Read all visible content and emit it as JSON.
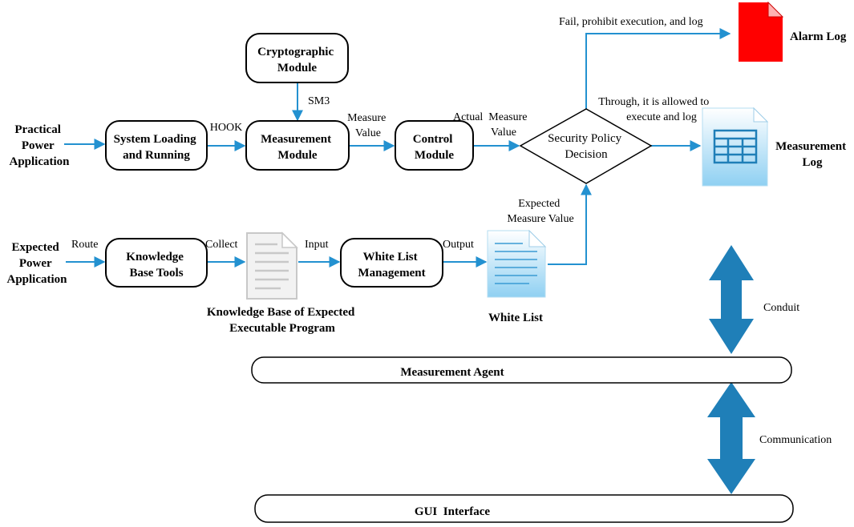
{
  "colors": {
    "arrow": "#2391d0",
    "double_arrow": "#1f7fb8",
    "alarm_log": "#ff0000",
    "document_blue": "#8fd0f2",
    "document_gray": "#c8c8c8"
  },
  "inputs": {
    "practical": [
      "Practical",
      "Power",
      "Application"
    ],
    "expected": [
      "Expected",
      "Power",
      "Application"
    ]
  },
  "nodes": {
    "crypto": [
      "Cryptographic",
      "Module"
    ],
    "system_loading": [
      "System Loading",
      "and Running"
    ],
    "measurement_module": [
      "Measurement",
      "Module"
    ],
    "control_module": [
      "Control",
      "Module"
    ],
    "decision": [
      "Security Policy",
      "Decision"
    ],
    "knowledge_tools": [
      "Knowledge",
      "Base Tools"
    ],
    "white_list_mgmt": [
      "White List",
      "Management"
    ]
  },
  "edge_labels": {
    "hook": "HOOK",
    "sm3": "SM3",
    "measure_value": [
      "Measure",
      "Value"
    ],
    "actual_measure_value": [
      "Actual  Measure",
      "Value"
    ],
    "fail": "Fail, prohibit execution, and log",
    "through": [
      "Through, it is allowed to",
      "execute and log"
    ],
    "expected_measure_value": [
      "Expected",
      "Measure Value"
    ],
    "route": "Route",
    "collect": "Collect",
    "input": "Input",
    "output": "Output",
    "conduit": "Conduit",
    "communication": "Communication"
  },
  "documents": {
    "alarm_log": "Alarm Log",
    "measurement_log": [
      "Measurement",
      "Log"
    ],
    "knowledge_base": [
      "Knowledge Base of Expected",
      "Executable Program"
    ],
    "white_list": "White List"
  },
  "bars": {
    "measurement_agent": "Measurement Agent",
    "gui_interface": "GUI  Interface"
  }
}
